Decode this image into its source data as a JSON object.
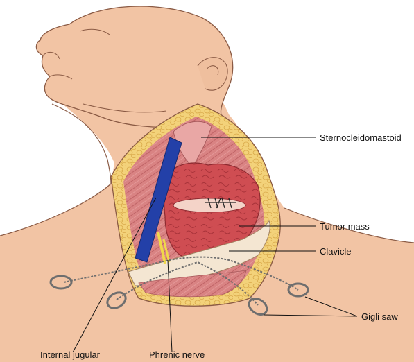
{
  "figure": {
    "labels": {
      "sternocleidomastoid": "Sternocleidomastoid",
      "tumor_mass": "Tumor mass",
      "clavicle": "Clavicle",
      "gigli_saw": "Gigli saw",
      "internal_jugular": "Internal jugular",
      "phrenic_nerve": "Phrenic nerve"
    },
    "colors": {
      "skin": "#f2c4a4",
      "skin_outline": "#8a5a44",
      "fat": "#f3d27a",
      "muscle": "#d97a7a",
      "tumor": "#cf4a4e",
      "vein": "#2340a8",
      "nerve": "#f0d84a",
      "bone": "#f4e6d2",
      "wire": "#6e6e6e"
    }
  }
}
